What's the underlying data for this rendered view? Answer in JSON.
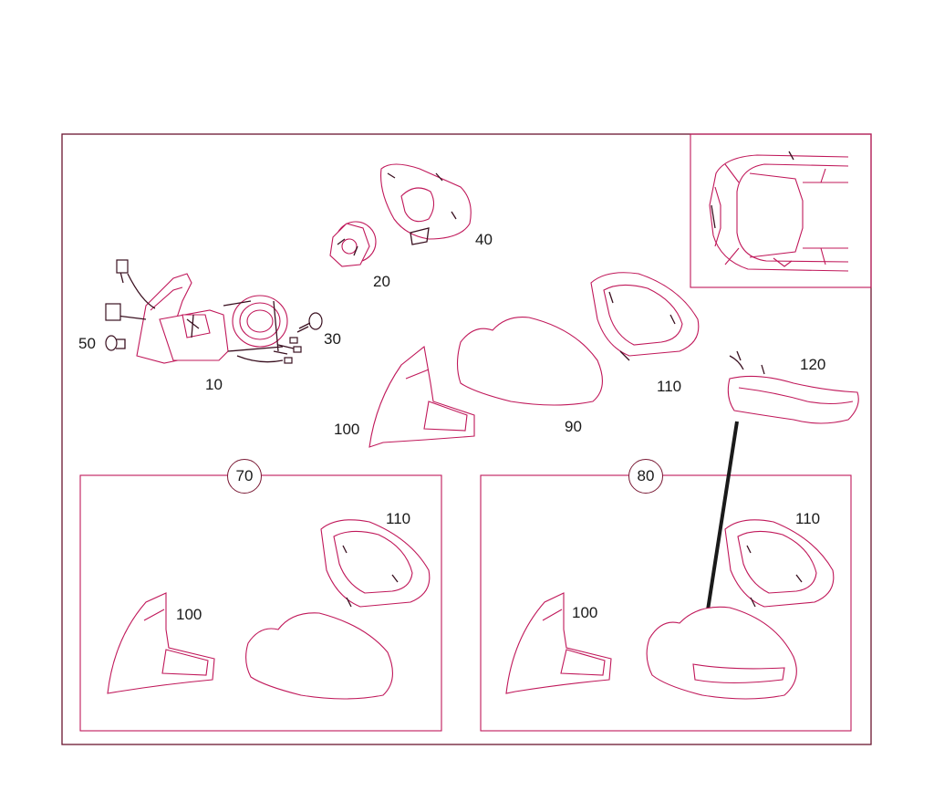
{
  "diagram": {
    "colors": {
      "frame": "#6b1530",
      "line": "#c0185a",
      "dark": "#3a1020"
    },
    "parts": {
      "p10": "10",
      "p20": "20",
      "p30": "30",
      "p40": "40",
      "p50": "50",
      "p90": "90",
      "p100": "100",
      "p110": "110",
      "p120": "120"
    },
    "groups": {
      "g70": {
        "label": "70",
        "p100": "100",
        "p110": "110"
      },
      "g80": {
        "label": "80",
        "p100": "100",
        "p110": "110"
      }
    }
  }
}
